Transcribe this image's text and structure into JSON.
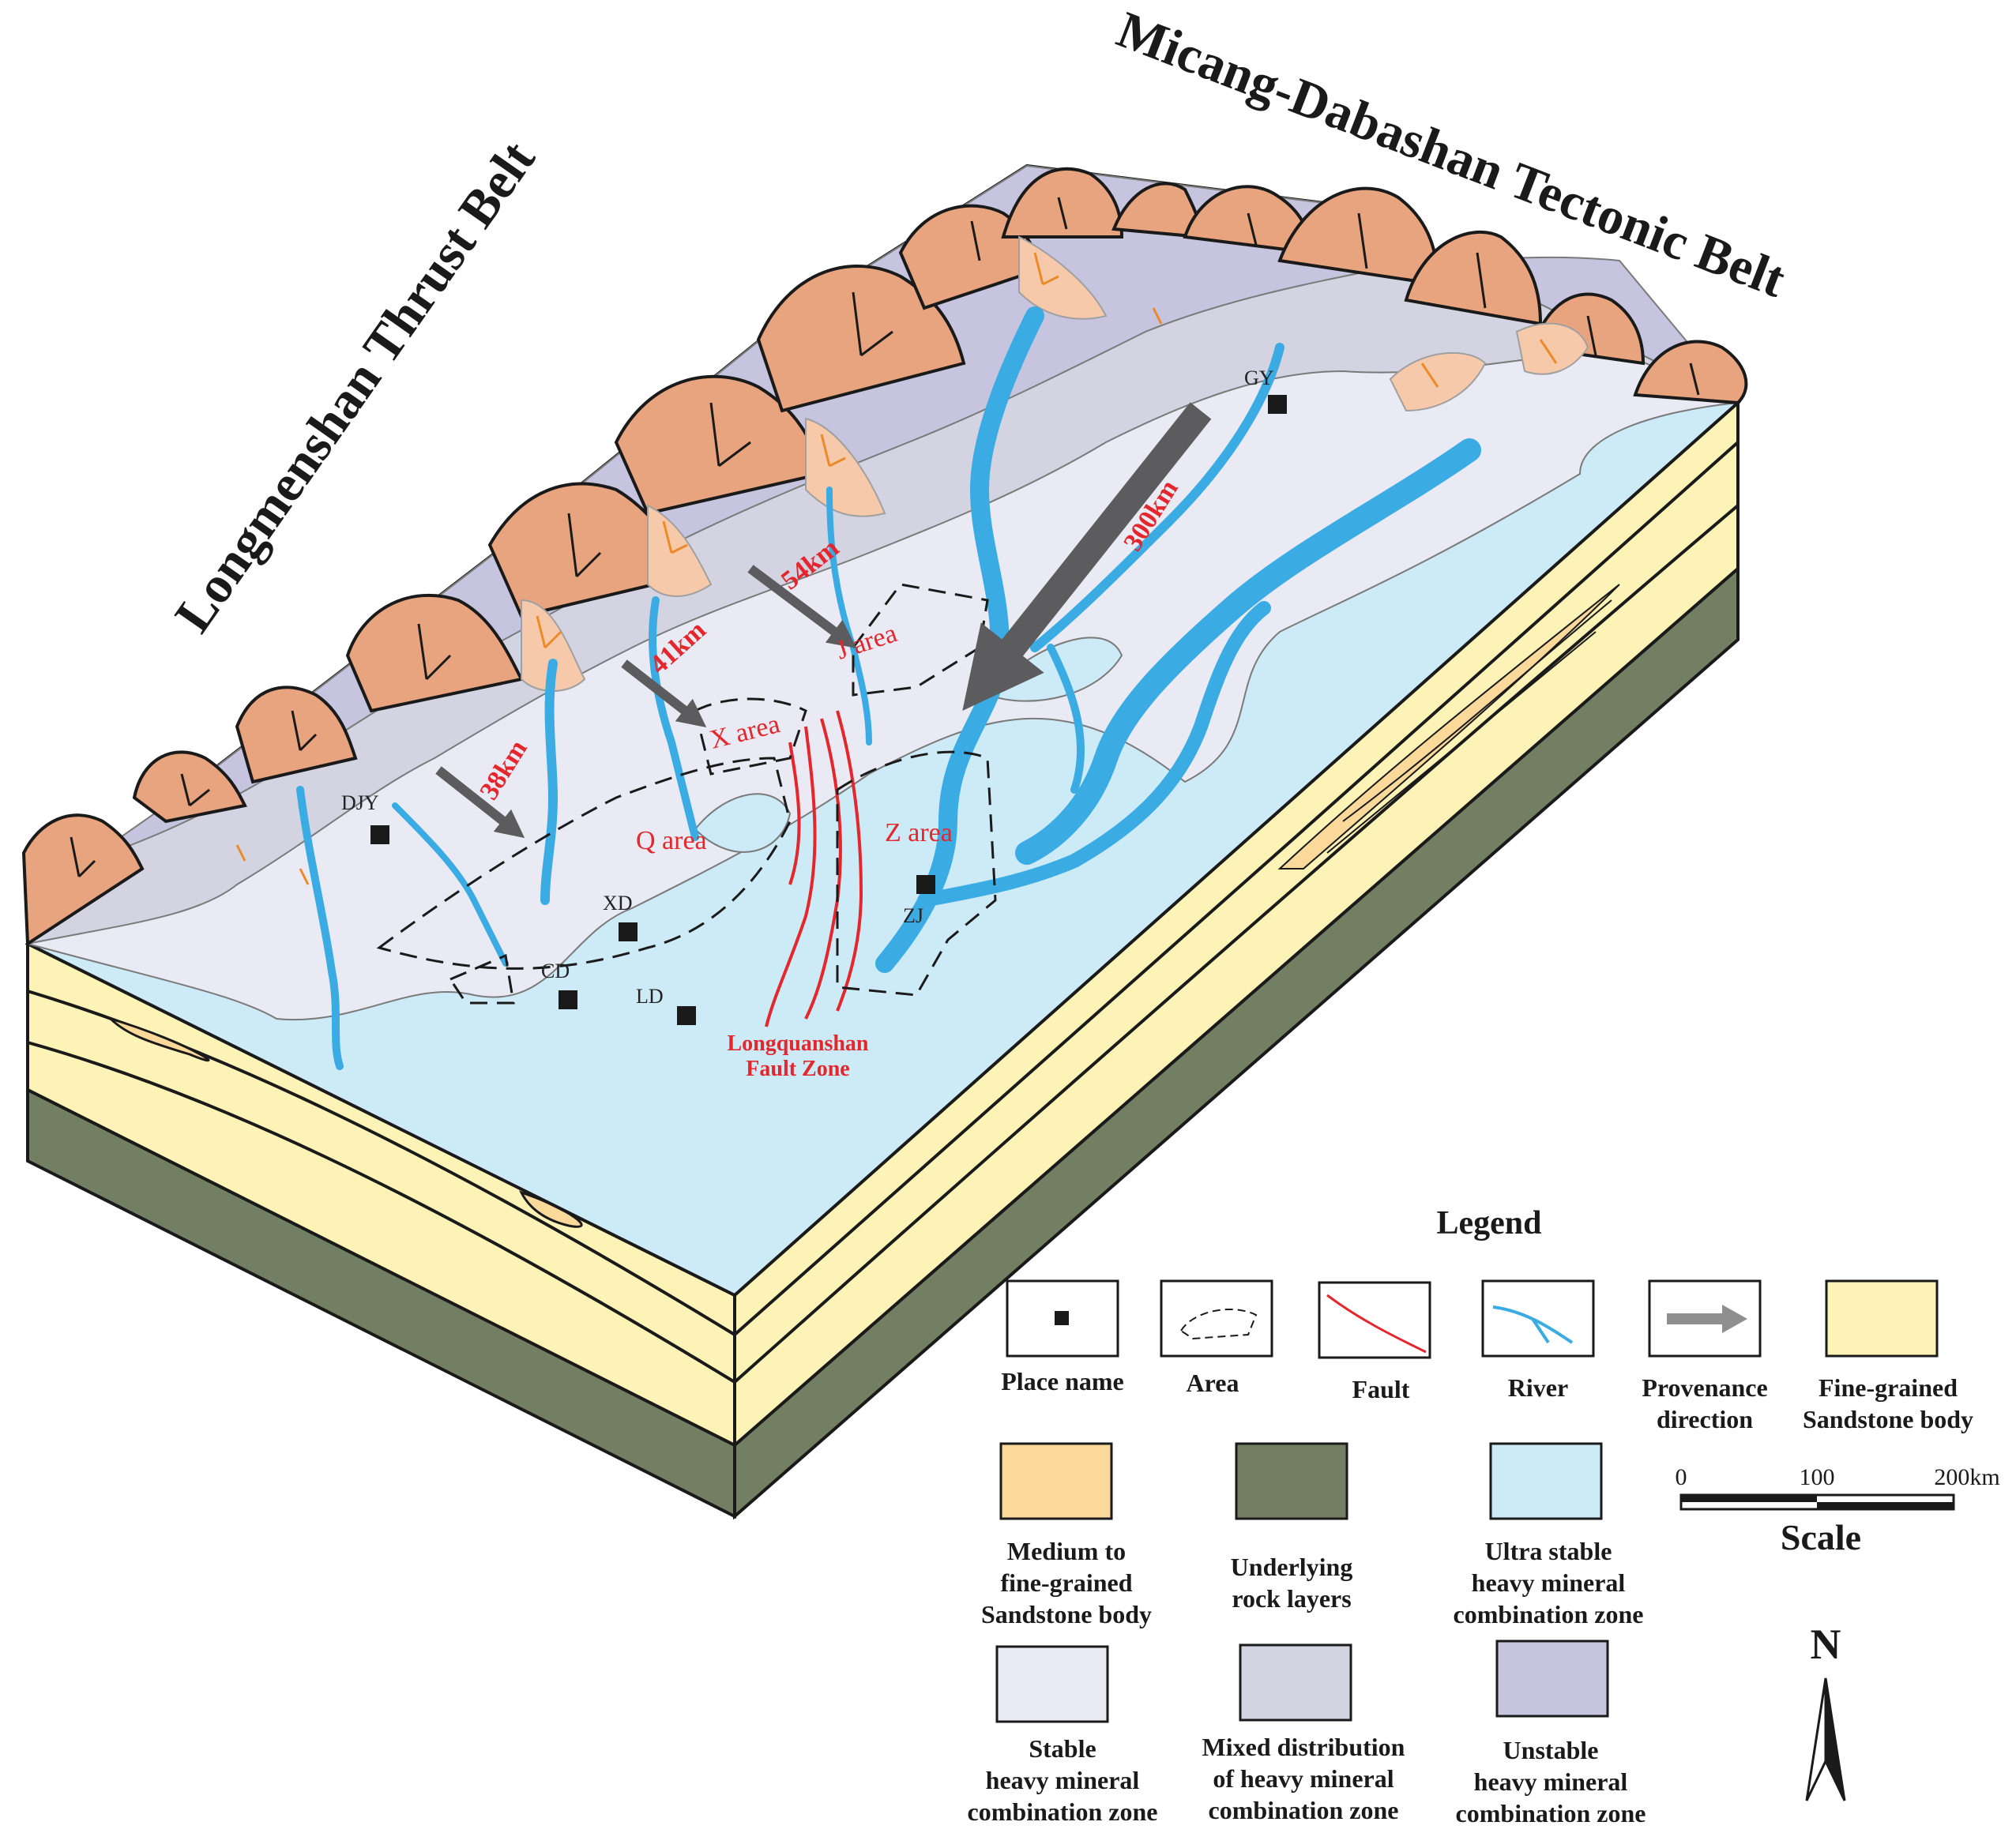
{
  "belts": {
    "longmenshan": "Longmenshan Thrust Belt",
    "micang": "Micang-Dabashan Tectonic Belt"
  },
  "places": [
    {
      "id": "gy",
      "label": "GY"
    },
    {
      "id": "djy",
      "label": "DJY"
    },
    {
      "id": "xd",
      "label": "XD"
    },
    {
      "id": "cd",
      "label": "CD"
    },
    {
      "id": "ld",
      "label": "LD"
    },
    {
      "id": "zj",
      "label": "ZJ"
    }
  ],
  "areas": {
    "j": "J area",
    "x": "X area",
    "q": "Q area",
    "z": "Z area"
  },
  "distances": {
    "d300": "300km",
    "d54": "54km",
    "d41": "41km",
    "d38": "38km"
  },
  "fault_zone": {
    "line1": "Longquanshan",
    "line2": "Fault Zone"
  },
  "legend": {
    "title": "Legend",
    "items": [
      {
        "id": "place",
        "lines": [
          "Place name"
        ]
      },
      {
        "id": "area",
        "lines": [
          "Area"
        ]
      },
      {
        "id": "fault",
        "lines": [
          "Fault"
        ]
      },
      {
        "id": "river",
        "lines": [
          "River"
        ]
      },
      {
        "id": "provenance",
        "lines": [
          "Provenance",
          "direction"
        ]
      },
      {
        "id": "fine",
        "lines": [
          "Fine-grained",
          "Sandstone body"
        ]
      },
      {
        "id": "medium",
        "lines": [
          "Medium to",
          "fine-grained",
          "Sandstone body"
        ]
      },
      {
        "id": "underlying",
        "lines": [
          "Underlying",
          "rock layers"
        ]
      },
      {
        "id": "ultra",
        "lines": [
          "Ultra stable",
          "heavy mineral",
          "combination zone"
        ]
      },
      {
        "id": "stable",
        "lines": [
          "Stable",
          "heavy mineral",
          "combination zone"
        ]
      },
      {
        "id": "mixed",
        "lines": [
          "Mixed distribution",
          "of heavy mineral",
          "combination zone"
        ]
      },
      {
        "id": "unstable",
        "lines": [
          "Unstable",
          "heavy mineral",
          "combination zone"
        ]
      }
    ]
  },
  "scale": {
    "ticks": [
      "0",
      "100",
      "200km"
    ],
    "title": "Scale"
  },
  "north": "N",
  "colors": {
    "ultra_stable": "#cdeaf7",
    "stable": "#eaeaf4",
    "mixed": "#d4d3e2",
    "unstable": "#c6c4de",
    "fine_sand": "#fdf3b6",
    "medium_sand": "#fbd99a",
    "underlying": "#737f63",
    "river": "#3aace3",
    "fault": "#e4262d",
    "mountain": "#e7a47e",
    "fan": "#f6c9ab",
    "arrow": "#5c5c5e"
  }
}
